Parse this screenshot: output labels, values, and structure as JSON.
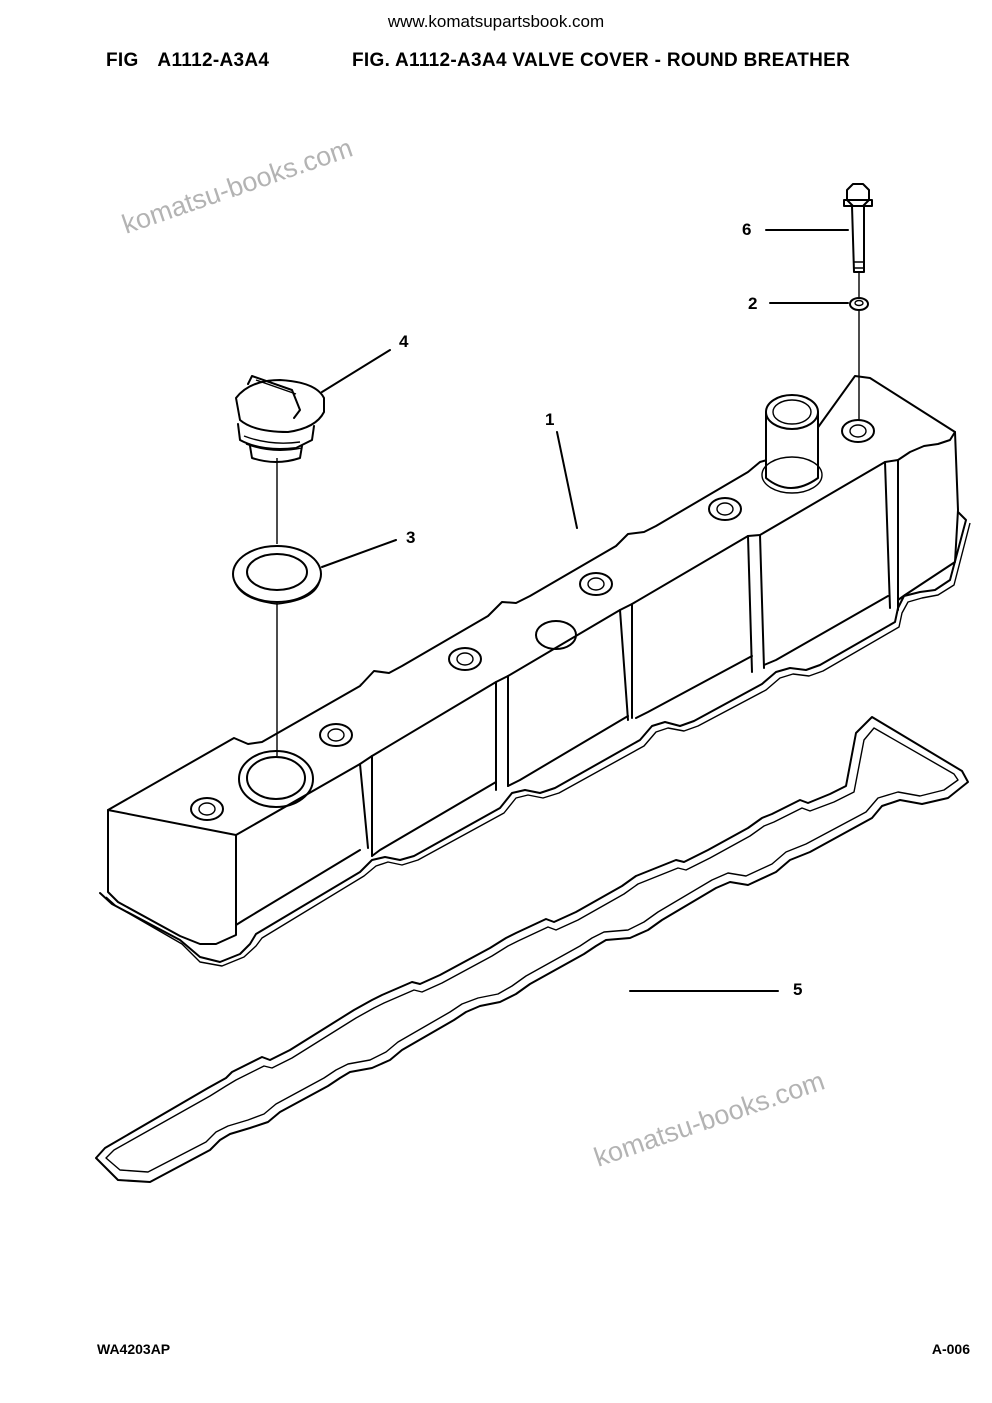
{
  "header": {
    "site_url": "www.komatsupartsbook.com",
    "fig_code": "FIG A1112-A3A4",
    "fig_title": "FIG. A1112-A3A4 VALVE COVER - ROUND BREATHER"
  },
  "watermark": "komatsu-books.com",
  "callouts": {
    "c1": "1",
    "c2": "2",
    "c3": "3",
    "c4": "4",
    "c5": "5",
    "c6": "6"
  },
  "footer": {
    "left_code": "WA4203AP",
    "page_number": "A-006"
  }
}
